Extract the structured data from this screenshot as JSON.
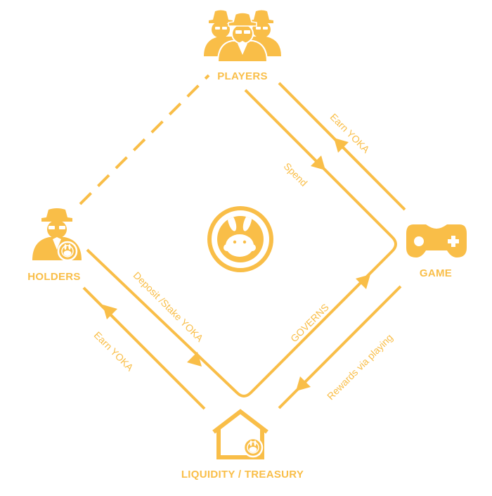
{
  "colors": {
    "accent": "#F9BE48",
    "background": "#FFFFFF"
  },
  "nodes": {
    "players": {
      "label": "PLAYERS",
      "icon": "players-group-icon"
    },
    "game": {
      "label": "GAME",
      "icon": "gamepad-icon"
    },
    "holders": {
      "label": "HOLDERS",
      "icon": "holder-agent-icon"
    },
    "treasury": {
      "label": "LIQUIDITY / TREASURY",
      "icon": "house-icon"
    },
    "center": {
      "icon": "yoka-rabbit-coin-icon"
    }
  },
  "edges": {
    "players_to_game": "Spend",
    "game_to_players": "Earn YOKA",
    "game_to_treasury": "Rewards via playing",
    "treasury_to_game": "GOVERNS",
    "holders_to_treasury": "Deposit /Stake YOKA",
    "treasury_to_holders": "Earn YOKA"
  }
}
